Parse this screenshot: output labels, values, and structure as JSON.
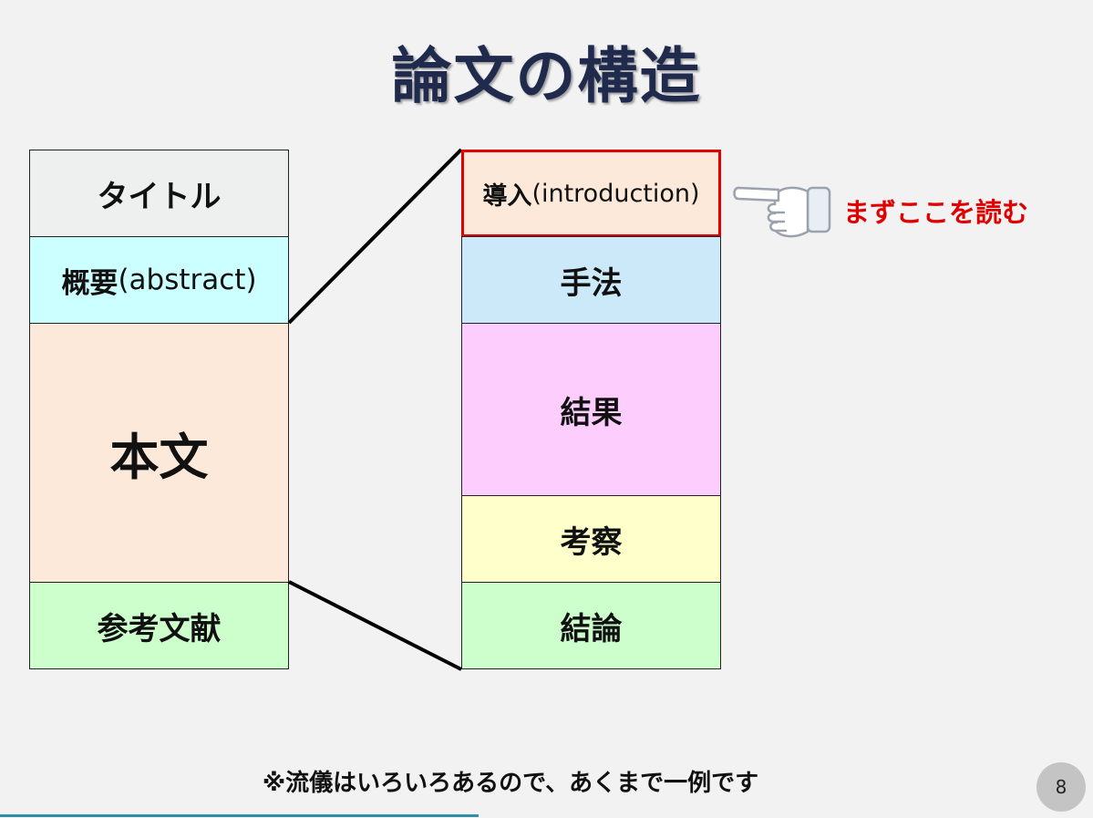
{
  "title": "論文の構造",
  "paper": {
    "title_block": "タイトル",
    "abstract_block": "概要",
    "abstract_paren": " (abstract)",
    "body_block": "本文",
    "references_block": "参考文献"
  },
  "body_sections": {
    "introduction": "導入",
    "introduction_paren": "(introduction)",
    "methods": "手法",
    "results": "結果",
    "discussion": "考察",
    "conclusion": "結論"
  },
  "callout": "まずここを読む",
  "note": "※流儀はいろいろあるので、あくまで一例です",
  "page_number": "8",
  "colors": {
    "title_bg": "#eef0f0",
    "abstract_bg": "#ccffff",
    "body_bg": "#fde9d9",
    "references_bg": "#ccffcc",
    "introduction_bg": "#fde9d9",
    "introduction_border": "#e00000",
    "methods_bg": "#cce9fa",
    "results_bg": "#fccdfd",
    "discussion_bg": "#ffffcc",
    "conclusion_bg": "#ccffcc",
    "callout_text": "#e00000"
  },
  "icons": {
    "pointer": "pointing-hand-icon"
  }
}
